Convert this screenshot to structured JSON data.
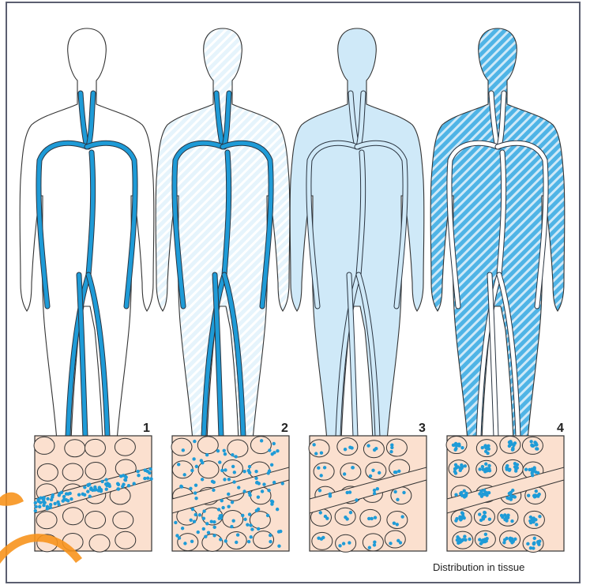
{
  "panels": [
    {
      "number": "1",
      "body_fill": "none",
      "vessel_fill": "blue",
      "dots": "vessel"
    },
    {
      "number": "2",
      "body_fill": "light-hatch",
      "vessel_fill": "blue",
      "dots": "everywhere"
    },
    {
      "number": "3",
      "body_fill": "solid-light",
      "vessel_fill": "light",
      "dots": "cells"
    },
    {
      "number": "4",
      "body_fill": "dense-hatch",
      "vessel_fill": "white",
      "dots": "clusters"
    }
  ],
  "caption": "Distribution in tissue",
  "colors": {
    "vessel_blue": "#1e9bd7",
    "body_light_blue": "#cfe9f8",
    "hatch_blue": "#8fd0f0",
    "dense_hatch_blue": "#4fb4e6",
    "tissue_peach": "#fbe0cf",
    "dot_blue": "#1e9bd7",
    "frame": "#5b5f70",
    "brand_orange": "#f7941d"
  }
}
